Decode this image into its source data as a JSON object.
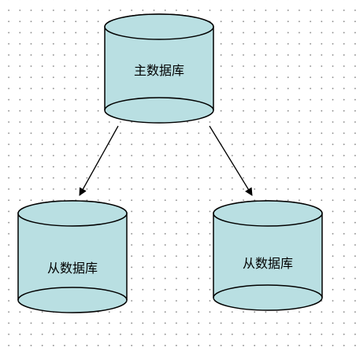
{
  "diagram": {
    "primary": {
      "label": "主数据库"
    },
    "replicas": [
      {
        "label": "从数据库"
      },
      {
        "label": "从数据库"
      }
    ],
    "colors": {
      "cylinder_fill": "#b9dfe2",
      "stroke": "#000000",
      "background": "#ffffff",
      "grid_dots": "#8a8a8a"
    }
  }
}
